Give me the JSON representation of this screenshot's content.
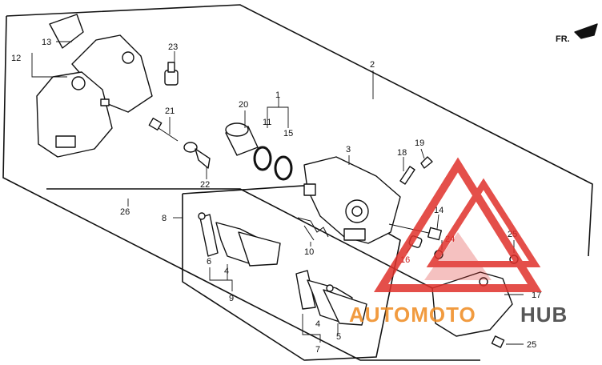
{
  "diagram": {
    "fr_label": "FR.",
    "callouts": {
      "c1": "1",
      "c2": "2",
      "c3": "3",
      "c4a": "4",
      "c4b": "4",
      "c5": "5",
      "c6": "6",
      "c7": "7",
      "c8": "8",
      "c9": "9",
      "c10": "10",
      "c11": "11",
      "c12": "12",
      "c13": "13",
      "c14": "14",
      "c15": "15",
      "c16": "16",
      "c17": "17",
      "c18": "18",
      "c19": "19",
      "c20": "20",
      "c21": "21",
      "c22": "22",
      "c23": "23",
      "c24": "24",
      "c25a": "25",
      "c25b": "25",
      "c26": "26"
    }
  },
  "watermark": {
    "text_orange": "AUTOMOTO",
    "text_dark": "HUB",
    "colors": {
      "red": "#e0312b",
      "orange": "#ef8a1f",
      "dark": "#3a3a3a"
    }
  }
}
